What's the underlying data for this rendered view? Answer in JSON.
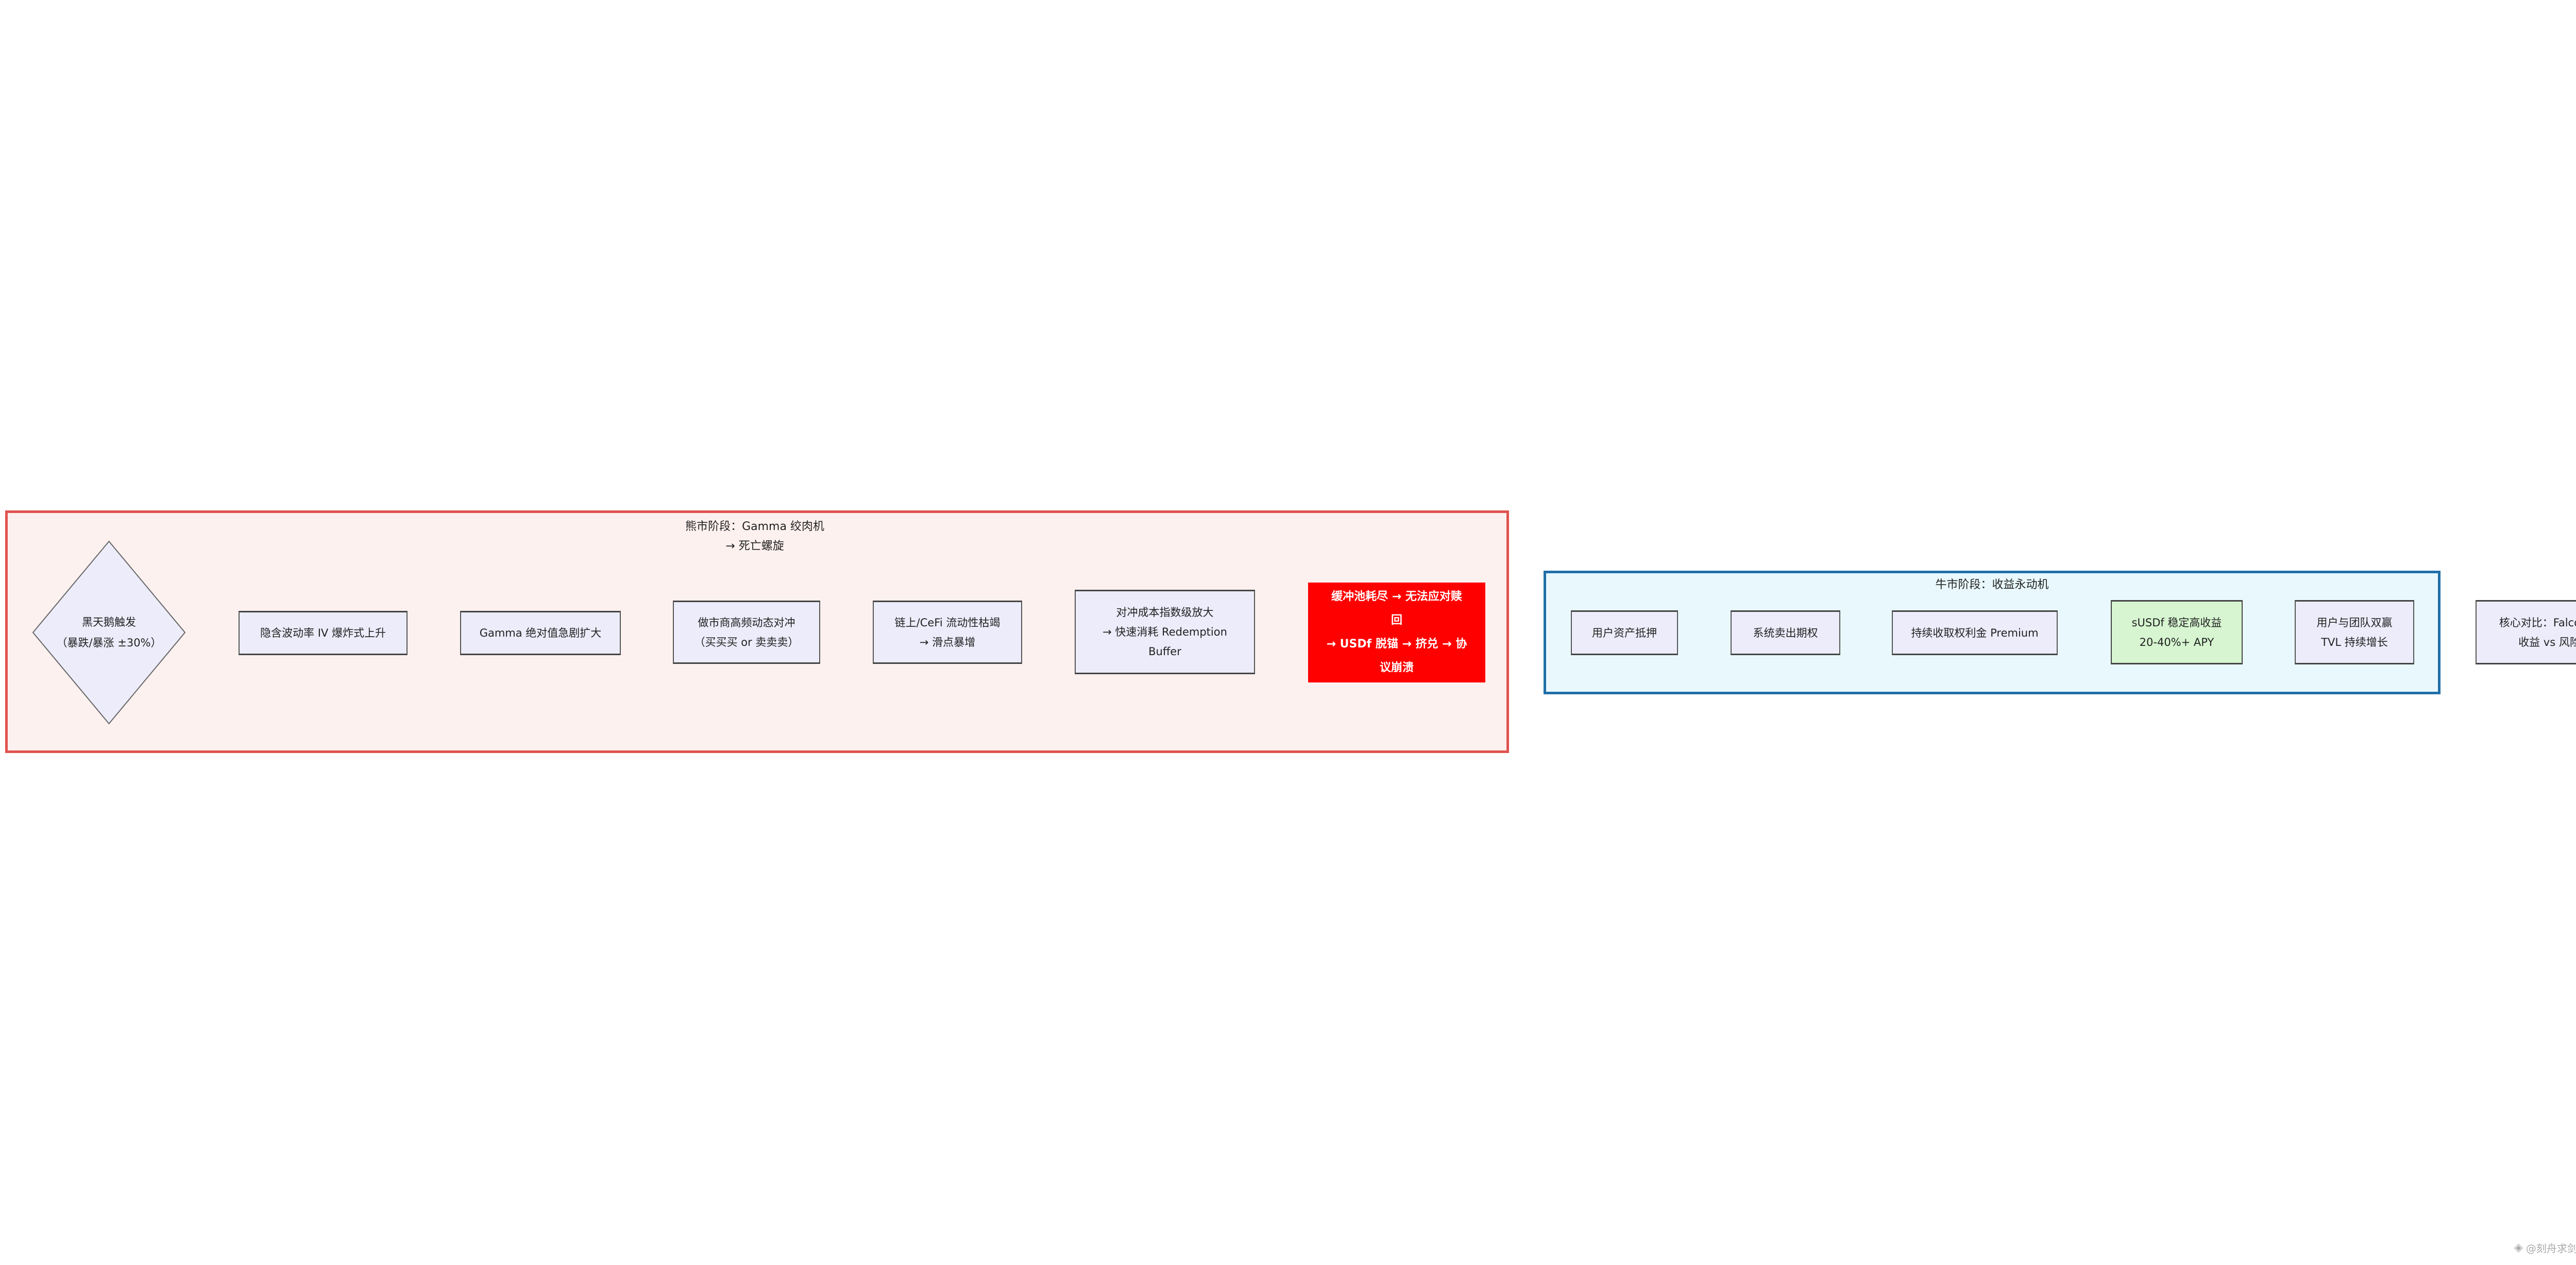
{
  "crash_phase": {
    "title": "熊市阶段：Gamma 绞肉机\n→ 死亡螺旋",
    "trigger": "黑天鹅触发\n（暴跌/暴涨 ±30%）",
    "steps": [
      "隐含波动率 IV 爆炸式上升",
      "Gamma 绝对值急剧扩大",
      "做市商高频动态对冲\n（买买买 or 卖卖卖）",
      "链上/CeFi 流动性枯竭\n→ 滑点暴增",
      "对冲成本指数级放大\n→ 快速消耗 Redemption\nBuffer",
      "缓冲池耗尽 → 无法应对赎\n回\n→ USDf 脱锚 → 挤兑 → 协\n议崩溃"
    ]
  },
  "boom_phase": {
    "title": "牛市阶段：收益永动机",
    "steps": [
      "用户资产抵押",
      "系统卖出期权",
      "持续收取权利金 Premium",
      "sUSDf 稳定高收益\n20-40%+ APY",
      "用户与团队双赢\nTVL 持续增长"
    ]
  },
  "comparison_note": "核心对比：Falcon Finance\n收益 vs 风险的镜像",
  "colors": {
    "danger": "#ff0000",
    "good": "#d6f5d0",
    "crash_border": "#e0534f",
    "boom_border": "#1f6fa8"
  },
  "watermark": "@刻舟求剑-永恒牛市"
}
